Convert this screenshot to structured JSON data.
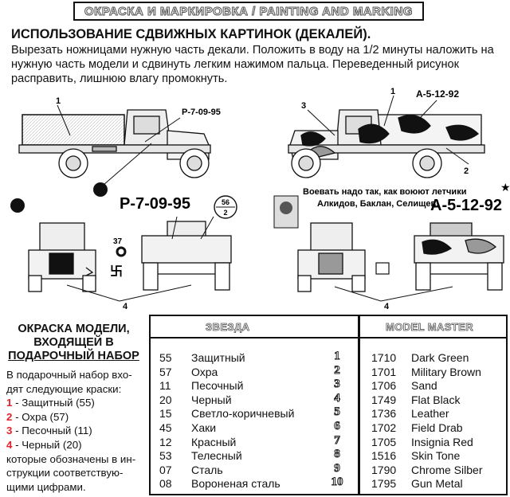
{
  "header": {
    "title": "ОКРАСКА И МАРКИРОВКА / PAINTING AND MARKING"
  },
  "instructions": {
    "heading": "ИСПОЛЬЗОВАНИЕ СДВИЖНЫХ КАРТИНОК (ДЕКАЛЕЙ).",
    "line1": "Вырезать ножницами нужную часть декали. Положить в воду на 1/2 минуты наложить на",
    "line2": "нужную часть модели и сдвинуть легким нажимом пальца. Переведенный рисунок",
    "line3": "расправить,  лишнюю влагу промокнуть."
  },
  "drawing": {
    "callouts": {
      "c1": "1",
      "c2": "2",
      "c3": "3",
      "c4": "4"
    },
    "plate_small_left": "Р-7-09-95",
    "plate_large_left": "Р-7-09-95",
    "plate_small_right": "А-5-12-92",
    "plate_large_right": "А-5-12-92",
    "badge_top": "56",
    "badge_bottom": "2",
    "mark_37": "37",
    "slogan_line1": "Воевать надо так, как воюют летчики",
    "slogan_line2": "Алкидов, Баклан, Селищев!"
  },
  "left_panel": {
    "title1": "ОКРАСКА МОДЕЛИ,",
    "title2": "ВХОДЯЩЕЙ В",
    "title3": "ПОДАРОЧНЫЙ НАБОР",
    "body1": "В подарочный набор вхо-",
    "body2": "дят следующие краски:",
    "items": [
      {
        "n": "1",
        "text": " - Защитный (55)"
      },
      {
        "n": "2",
        "text": " - Охра (57)"
      },
      {
        "n": "3",
        "text": " - Песочный (11)"
      },
      {
        "n": "4",
        "text": " - Черный (20)"
      }
    ],
    "tail1": "которые обозначены в ин-",
    "tail2": "струкции соответствую-",
    "tail3": "щими цифрами."
  },
  "table": {
    "left_header": "ЗВЕЗДА",
    "right_header": "MODEL MASTER",
    "zvezda": [
      {
        "code": "55",
        "name": "Защитный"
      },
      {
        "code": "57",
        "name": "Охра"
      },
      {
        "code": "11",
        "name": "Песочный"
      },
      {
        "code": "20",
        "name": "Черный"
      },
      {
        "code": "15",
        "name": "Светло-коричневый"
      },
      {
        "code": "45",
        "name": "Хаки"
      },
      {
        "code": "12",
        "name": "Красный"
      },
      {
        "code": "53",
        "name": "Телесный"
      },
      {
        "code": "07",
        "name": "Сталь"
      },
      {
        "code": "08",
        "name": "Вороненая сталь"
      }
    ],
    "index": [
      "1",
      "2",
      "3",
      "4",
      "5",
      "6",
      "7",
      "8",
      "9",
      "10"
    ],
    "model_master": [
      {
        "code": "1710",
        "name": "Dark Green"
      },
      {
        "code": "1701",
        "name": "Military Brown"
      },
      {
        "code": "1706",
        "name": "Sand"
      },
      {
        "code": "1749",
        "name": "Flat Black"
      },
      {
        "code": "1736",
        "name": "Leather"
      },
      {
        "code": "1702",
        "name": "Field Drab"
      },
      {
        "code": "1705",
        "name": "Insignia Red"
      },
      {
        "code": "1516",
        "name": "Skin Tone"
      },
      {
        "code": "1790",
        "name": "Chrome Silber"
      },
      {
        "code": "1795",
        "name": "Gun Metal"
      }
    ]
  },
  "colors": {
    "index_red": "#e3232c",
    "ink": "#111111"
  }
}
